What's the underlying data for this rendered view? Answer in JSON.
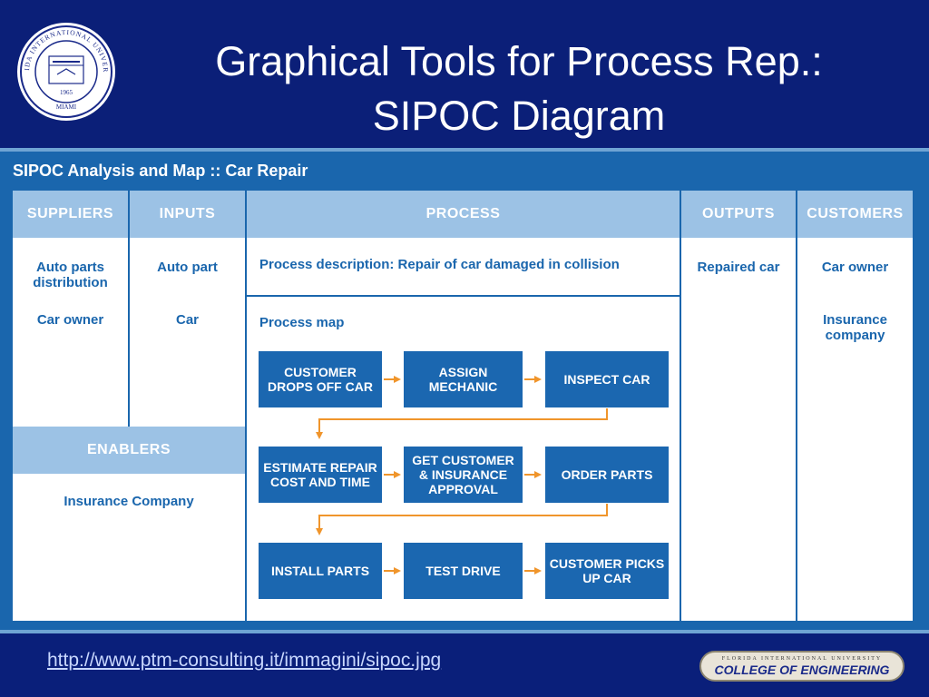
{
  "slide": {
    "title_line1": "Graphical Tools for Process Rep.:",
    "title_line2": "SIPOC Diagram",
    "source_url": "http://www.ptm-consulting.it/immagini/sipoc.jpg",
    "badge_top": "FLORIDA INTERNATIONAL UNIVERSITY",
    "badge_main": "COLLEGE OF ENGINEERING",
    "seal": {
      "outer_text": "FLORIDA INTERNATIONAL UNIVERSITY",
      "bottom_text": "MIAMI",
      "year": "1965"
    }
  },
  "sipoc": {
    "heading": "SIPOC Analysis and Map :: Car Repair",
    "columns": {
      "suppliers": "SUPPLIERS",
      "inputs": "INPUTS",
      "process": "PROCESS",
      "outputs": "OUTPUTS",
      "customers": "CUSTOMERS"
    },
    "suppliers": [
      "Auto parts distribution",
      "Car owner"
    ],
    "inputs": [
      "Auto part",
      "Car"
    ],
    "process_description": "Process description: Repair of car damaged in collision",
    "process_map_label": "Process map",
    "outputs": [
      "Repaired car"
    ],
    "customers": [
      "Car owner",
      "Insurance company"
    ],
    "enablers_label": "ENABLERS",
    "enablers": [
      "Insurance Company"
    ],
    "steps": [
      "CUSTOMER DROPS OFF CAR",
      "ASSIGN MECHANIC",
      "INSPECT CAR",
      "ESTIMATE REPAIR COST AND TIME",
      "GET CUSTOMER & INSURANCE APPROVAL",
      "ORDER PARTS",
      "INSTALL PARTS",
      "TEST DRIVE",
      "CUSTOMER PICKS UP CAR"
    ]
  },
  "colors": {
    "background": "#0b1f78",
    "panel": "#1a66ad",
    "header_cell": "#9cc2e5",
    "step_box": "#1b67b0",
    "arrow": "#f0952b"
  }
}
